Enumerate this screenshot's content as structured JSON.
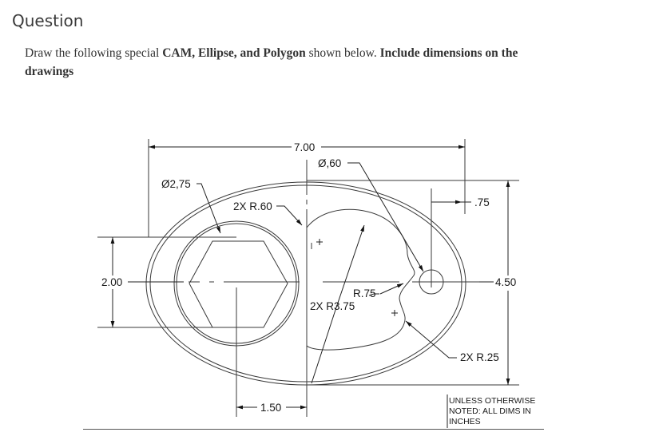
{
  "question": {
    "heading": "Question",
    "line1": {
      "part1": "Draw the following special ",
      "bold1": "CAM, Ellipse, and Polygon",
      "part2": " shown below. ",
      "bold2": "Include dimensions on the"
    },
    "line2": {
      "bold": "drawings"
    }
  },
  "drawing": {
    "dims": {
      "overall_width": "7.00",
      "small_hole_diameter": "Ø,60",
      "large_circle_diameter": "Ø2,75",
      "fillet_radius_small": "2X R.60",
      "offset_top": ".75",
      "hex_height": "2.00",
      "ellipse_height": "4.50",
      "cam_radius_small": "R.75",
      "cam_radius_large": "2X R3.75",
      "fillet_radius_tiny": "2X R.25",
      "bottom_offset": "1.50"
    },
    "note": {
      "line1": "UNLESS OTHERWISE",
      "line2": "NOTED: ALL DIMS  IN",
      "line3": "INCHES"
    }
  }
}
